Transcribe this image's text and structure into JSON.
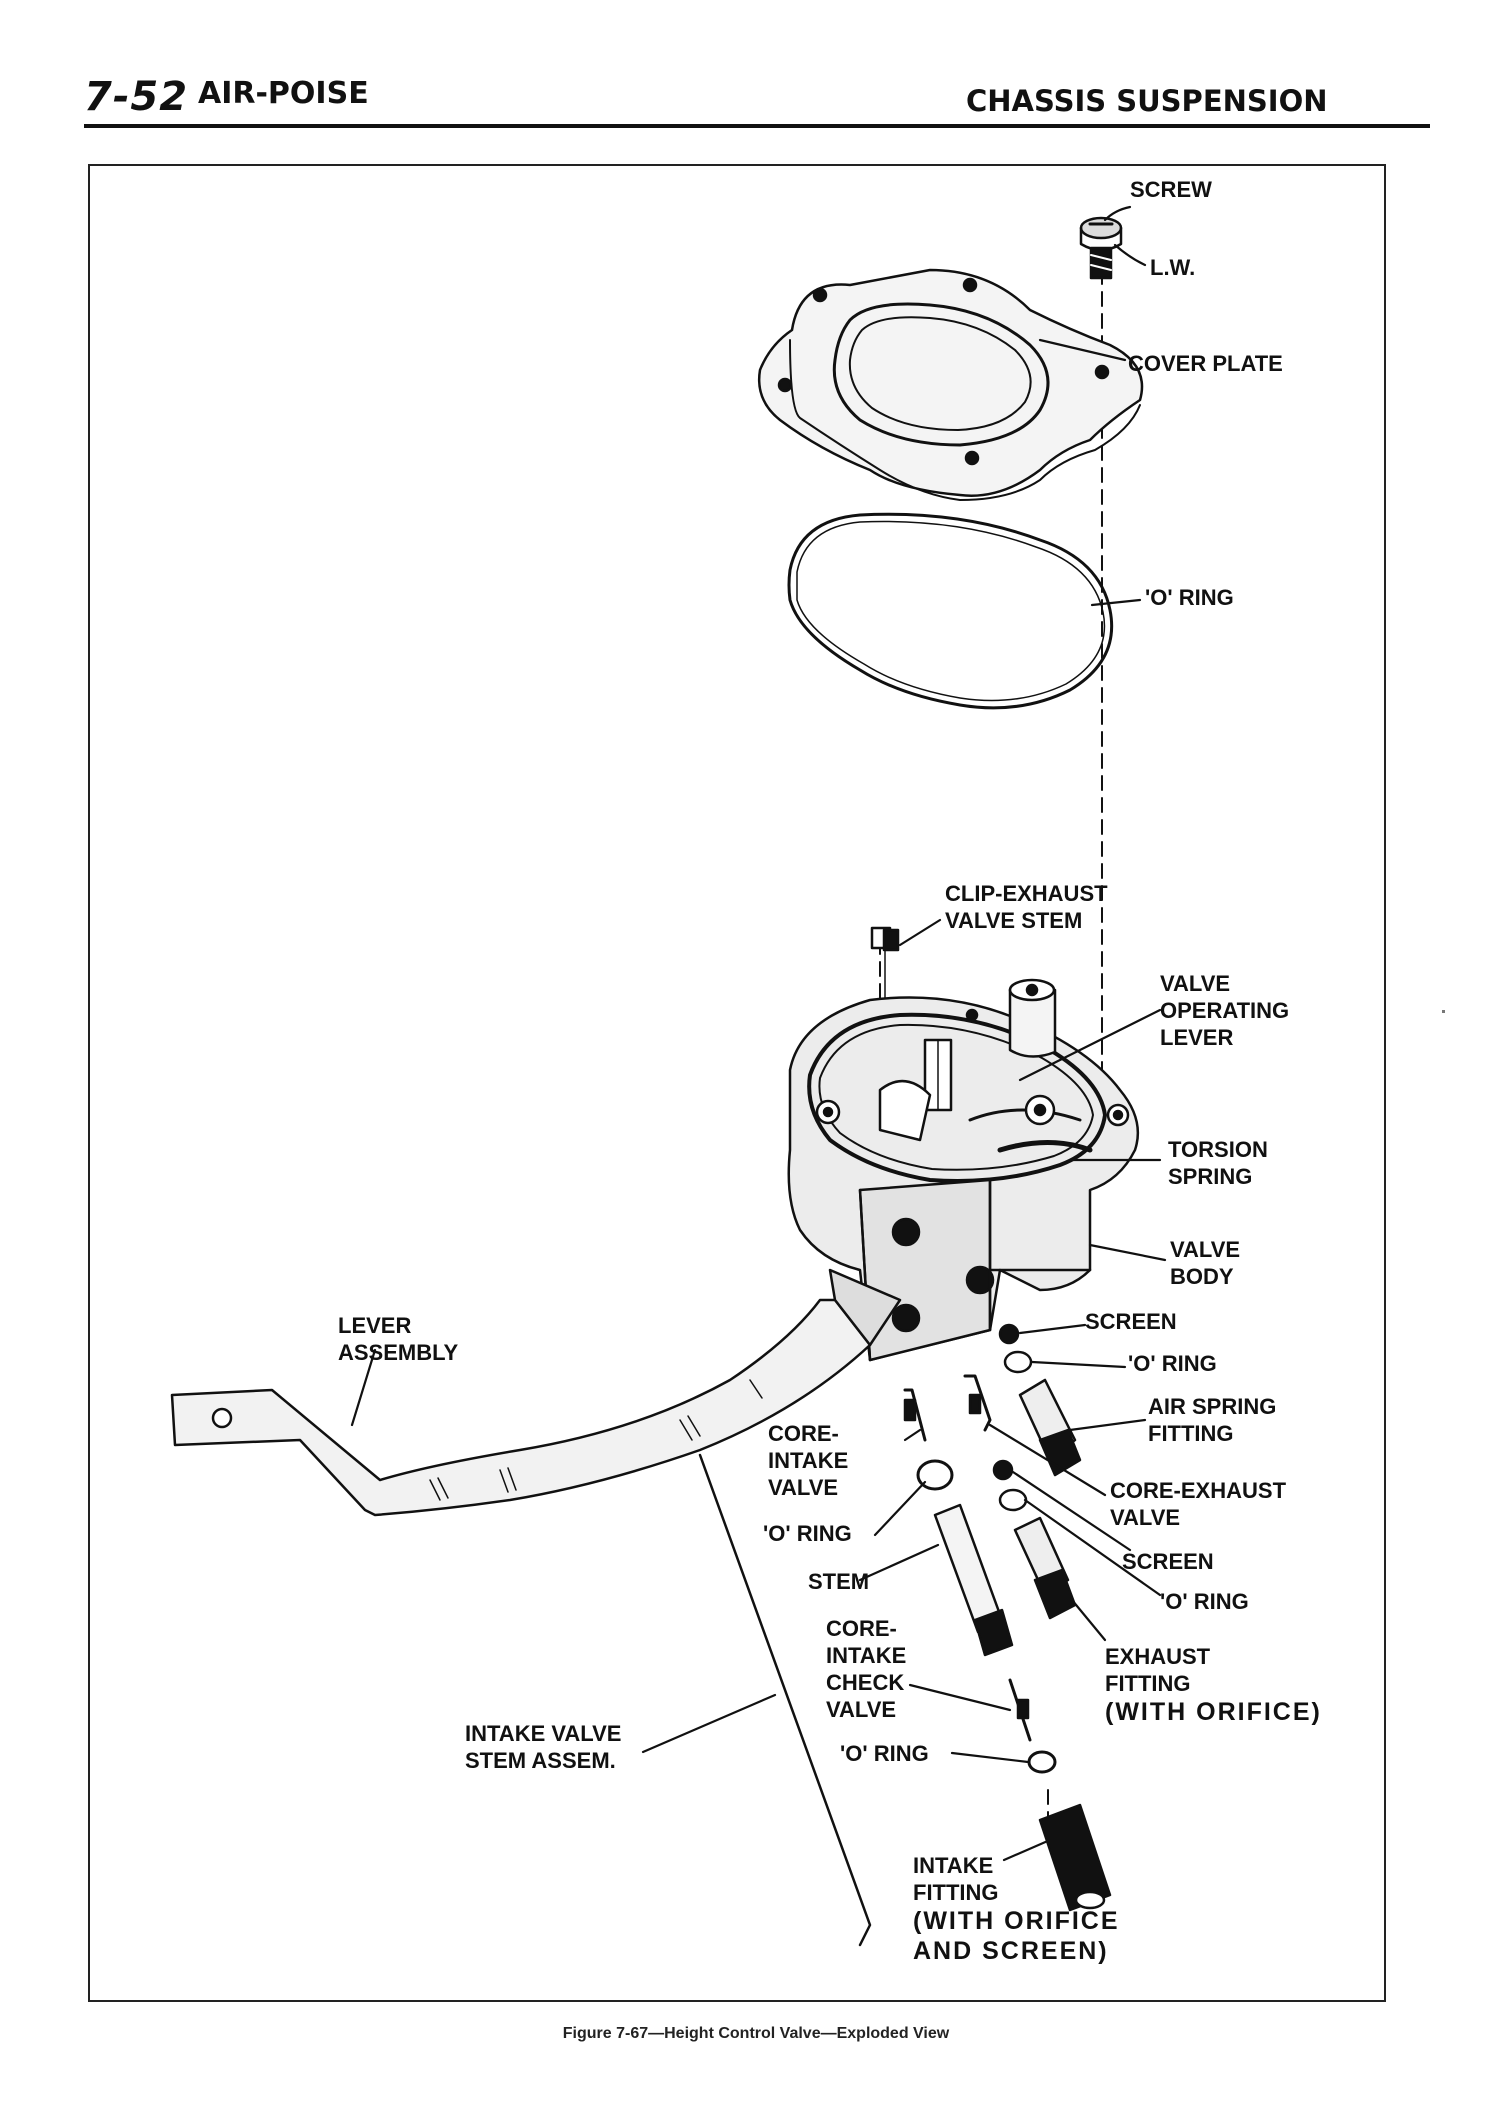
{
  "header": {
    "page_number": "7-52",
    "section": "AIR-POISE",
    "chapter": "CHASSIS SUSPENSION"
  },
  "figure": {
    "caption": "Figure 7-67—Height Control Valve—Exploded View"
  },
  "labels": {
    "screw": "SCREW",
    "lw": "L.W.",
    "cover_plate": "COVER PLATE",
    "o_ring_cover": "'O' RING",
    "clip_line1": "CLIP-EXHAUST",
    "clip_line2": "VALVE STEM",
    "vol_line1": "VALVE",
    "vol_line2": "OPERATING",
    "vol_line3": "LEVER",
    "torsion_line1": "TORSION",
    "torsion_line2": "SPRING",
    "body_line1": "VALVE",
    "body_line2": "BODY",
    "lever_line1": "LEVER",
    "lever_line2": "ASSEMBLY",
    "screen_1": "SCREEN",
    "o_ring_1": "'O' RING",
    "asf_line1": "AIR SPRING",
    "asf_line2": "FITTING",
    "civ_line1": "CORE-",
    "civ_line2": "INTAKE",
    "civ_line3": "VALVE",
    "cev_line1": "CORE-EXHAUST",
    "cev_line2": "VALVE",
    "o_ring_2": "'O' RING",
    "screen_2": "SCREEN",
    "stem": "STEM",
    "o_ring_3": "'O' RING",
    "cicv_line1": "CORE-",
    "cicv_line2": "INTAKE",
    "cicv_line3": "CHECK",
    "cicv_line4": "VALVE",
    "ef_line1": "EXHAUST",
    "ef_line2": "FITTING",
    "ef_line3": "(WITH ORIFICE)",
    "ivs_line1": "INTAKE VALVE",
    "ivs_line2": "STEM ASSEM.",
    "o_ring_4": "'O' RING",
    "if_line1": "INTAKE",
    "if_line2": "FITTING",
    "if_line3": "(WITH ORIFICE",
    "if_line4": "AND SCREEN)"
  }
}
